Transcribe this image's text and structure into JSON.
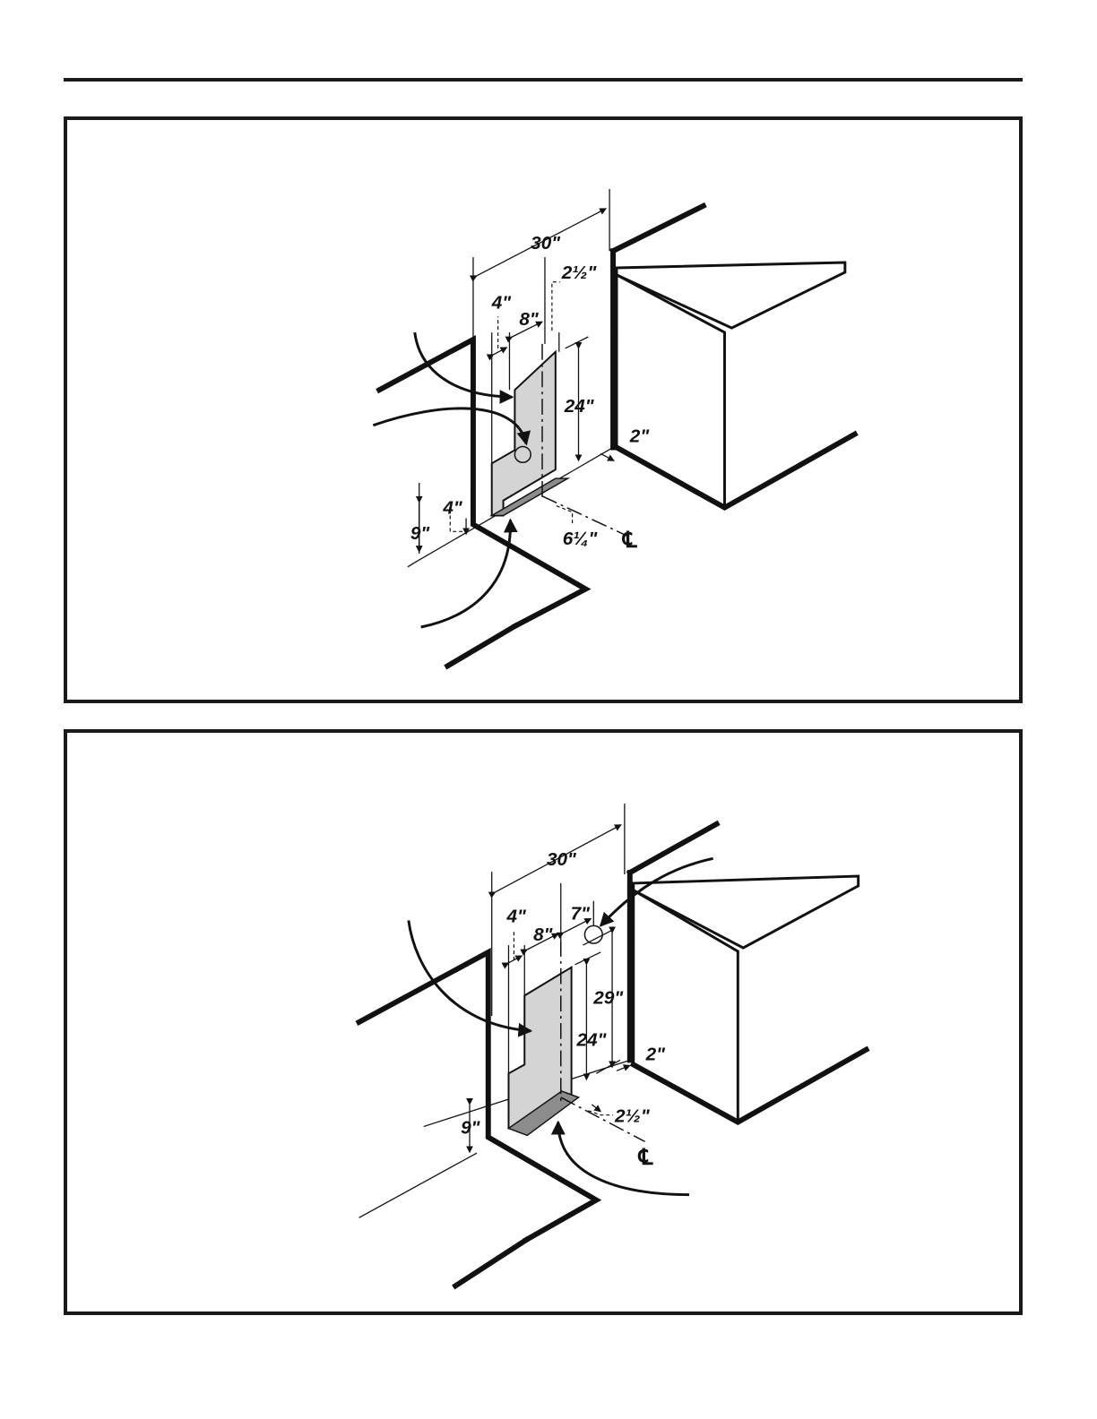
{
  "diagram_top": {
    "width_label": "30\"",
    "offset_label": "2½\"",
    "side_label": "4\"",
    "area_width_label": "8\"",
    "height_label": "24\"",
    "wall_gap_label": "2\"",
    "floor_height_label": "9\"",
    "floor_side_label": "4\"",
    "floor_offset_label": "6¼\"",
    "centerline_label": "℄"
  },
  "diagram_bottom": {
    "width_label": "30\"",
    "side_label": "4\"",
    "area_width_label": "8\"",
    "outlet_offset_label": "7\"",
    "outlet_height_label": "29\"",
    "height_label": "24\"",
    "wall_gap_label": "2\"",
    "floor_height_label": "9\"",
    "floor_offset_label": "2½\"",
    "centerline_label": "℄"
  }
}
